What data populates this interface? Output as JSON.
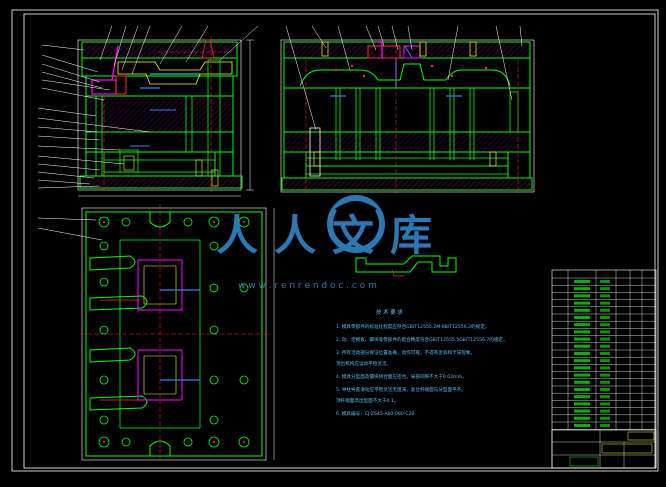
{
  "colors": {
    "background": "#000000",
    "frame": "#ffffff",
    "outline": "#00ff00",
    "accent_magenta": "#ff00ff",
    "accent_red": "#ff2a2a",
    "accent_yellow": "#ffff00",
    "accent_cyan": "#00ffff",
    "accent_blue": "#3d7dff",
    "note_text": "#4fc3f7",
    "watermark": "#2f86c8"
  },
  "watermark": {
    "brand": "人人文库",
    "url": "w w w . r e n r e n d o c . c o m",
    "logo_icon": "renrendoc-logo-icon"
  },
  "tech_notes": {
    "title": "技 术 要 求",
    "lines": [
      "1. 模具零部件的标准化程度应符合GB/T12555.2M-88/T12556.2的规定。",
      "2. 动、定模板、镶块等零部件的配合精度符合GB/T12555.5GB/T12556.7的规定。",
      "3. 所有活动部分保证位置准确，动作可靠，不得有歪斜和卡滞现象。",
      "   顶出机构应运动平稳灵活。",
      "4. 模具分型面及镶块拼合面应密合，局部间隙不大于0.02mm。",
      "5. 导柱导套滑动应平稳灵活无阻滞，复位杆端面与分型面平齐。",
      "   顶杆端面高出型面不大于0.1。",
      "6. 模具编号：CJ-ZS45-A60-090-C20"
    ]
  }
}
